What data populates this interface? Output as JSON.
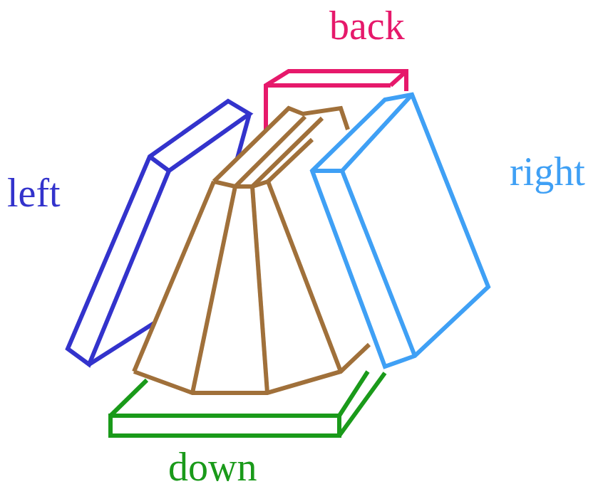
{
  "diagram": {
    "labels": [
      "back",
      "left",
      "right",
      "down"
    ]
  }
}
